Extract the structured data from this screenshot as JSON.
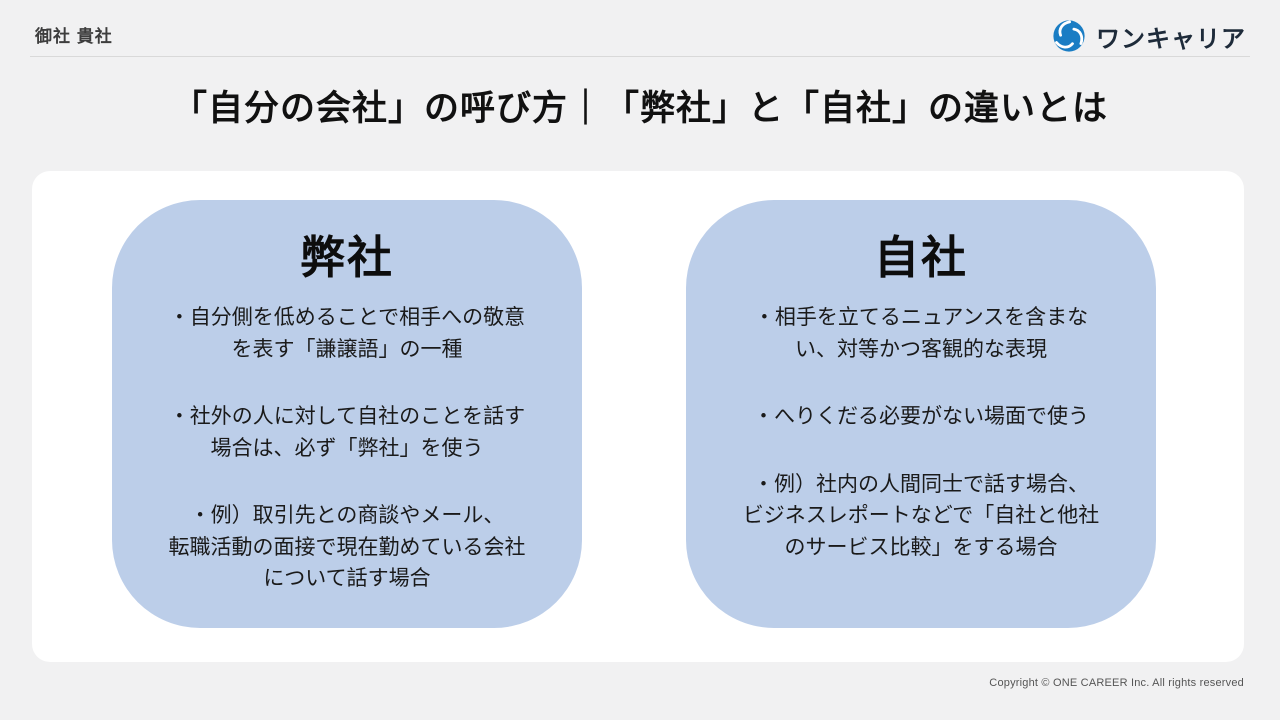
{
  "header": {
    "page_label": "御社 貴社",
    "logo": {
      "text": "ワンキャリア",
      "icon": "swirl-icon",
      "icon_color": "#1a7dc4",
      "text_color": "#1e2b3a"
    }
  },
  "title": "「自分の会社」の呼び方｜「弊社」と「自社」の違いとは",
  "cards": [
    {
      "heading": "弊社",
      "bullets": [
        "・自分側を低めることで相手への敬意\nを表す「謙譲語」の一種",
        "・社外の人に対して自社のことを話す\n場合は、必ず「弊社」を使う",
        "・例）取引先との商談やメール、\n転職活動の面接で現在勤めている会社\nについて話す場合"
      ]
    },
    {
      "heading": "自社",
      "bullets": [
        "・相手を立てるニュアンスを含まな\nい、対等かつ客観的な表現",
        "・へりくだる必要がない場面で使う",
        "・例）社内の人間同士で話す場合、\nビジネスレポートなどで「自社と他社\nのサービス比較」をする場合"
      ]
    }
  ],
  "footer": {
    "copyright": "Copyright © ONE CAREER Inc. All rights reserved"
  },
  "colors": {
    "page_background": "#f1f1f2",
    "panel_background": "#ffffff",
    "card_background": "#bccee9",
    "title_text": "#111111",
    "body_text": "#1a1a1a",
    "logo_blue": "#1a7dc4",
    "divider": "#d9d9d9"
  }
}
